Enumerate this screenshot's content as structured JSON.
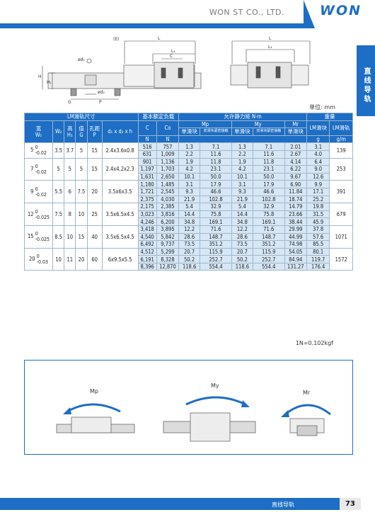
{
  "header": {
    "company": "WON ST CO., LTD.",
    "logo": "WON"
  },
  "side_tab": {
    "label": "直线导轨"
  },
  "drawing": {
    "labels": {
      "e": "(E)",
      "l": "L",
      "l1": "L₁",
      "c": "C",
      "d1": "ød₁",
      "d2": "ød₂",
      "h": "H",
      "h1": "H₁",
      "g": "G",
      "p": "P",
      "l2": "L",
      "l3": "L₁"
    }
  },
  "unit_label": "单位: mm",
  "table": {
    "head": {
      "lm_rail_dim": "LM滑轨尺寸",
      "load_rating": "基本额定负载",
      "static_moment": "允许静力矩 N·m",
      "weight": "重量",
      "width_w1": "宽",
      "w1": "W₁",
      "w2": "W₂",
      "height": "高",
      "h1": "H₁",
      "value": "值",
      "g": "G",
      "pitch": "孔距",
      "p": "P",
      "dxh": "d₁ x d₂ x h",
      "c": "C",
      "c_n": "N",
      "co": "Co",
      "co_n": "N",
      "mp": "Mp",
      "my": "My",
      "mr": "Mr",
      "single_block": "单滑块",
      "double_block": "双滑块紧密接触",
      "lm_block": "LM滑块",
      "lm_block_unit": "g",
      "lm_rail": "LM滑轨",
      "lm_rail_unit": "g/m"
    },
    "groups": [
      {
        "w1": "5",
        "tol_up": "0",
        "tol_low": "-0.02",
        "w2": "3.5",
        "h1": "3.7",
        "g": "5",
        "p": "15",
        "dxh": "2.4x3.6x0.8",
        "rail_weight": "139",
        "rows": [
          [
            "516",
            "757",
            "1.3",
            "7.1",
            "1.3",
            "7.1",
            "2.01",
            "3.1"
          ],
          [
            "631",
            "1,009",
            "2.2",
            "11.6",
            "2.2",
            "11.6",
            "2.67",
            "4.0"
          ]
        ]
      },
      {
        "w1": "7",
        "tol_up": "0",
        "tol_low": "-0.02",
        "w2": "5",
        "h1": "5",
        "g": "5",
        "p": "15",
        "dxh": "2.4x4.2x2.3",
        "rail_weight": "253",
        "rows": [
          [
            "901",
            "1,136",
            "1.9",
            "11.8",
            "1.9",
            "11.8",
            "4.14",
            "6.4"
          ],
          [
            "1,197",
            "1,703",
            "4.2",
            "23.1",
            "4.2",
            "23.1",
            "6.22",
            "9.0"
          ],
          [
            "1,631",
            "2,650",
            "10.1",
            "50.0",
            "10.1",
            "50.0",
            "9.67",
            "12.6"
          ]
        ]
      },
      {
        "w1": "9",
        "tol_up": "0",
        "tol_low": "-0.02",
        "w2": "5.5",
        "h1": "6",
        "g": "7.5",
        "p": "20",
        "dxh": "3.5x6x3.5",
        "rail_weight": "391",
        "rows": [
          [
            "1,180",
            "1,485",
            "3.1",
            "17.9",
            "3.1",
            "17.9",
            "6.90",
            "9.9"
          ],
          [
            "1,721",
            "2,545",
            "9.3",
            "46.6",
            "9.3",
            "46.6",
            "11.84",
            "17.1"
          ],
          [
            "2,375",
            "4,030",
            "21.9",
            "102.8",
            "21.9",
            "102.8",
            "18.74",
            "25.2"
          ]
        ]
      },
      {
        "w1": "12",
        "tol_up": "0",
        "tol_low": "-0.025",
        "w2": "7.5",
        "h1": "8",
        "g": "10",
        "p": "25",
        "dxh": "3.5x6.5x4.5",
        "rail_weight": "679",
        "rows": [
          [
            "2,175",
            "2,385",
            "5.4",
            "32.9",
            "5.4",
            "32.9",
            "14.79",
            "19.8"
          ],
          [
            "3,023",
            "3,816",
            "14.4",
            "75.8",
            "14.4",
            "75.8",
            "23.66",
            "31.5"
          ],
          [
            "4,246",
            "6,200",
            "34.8",
            "169.1",
            "34.8",
            "169.1",
            "38.44",
            "45.9"
          ]
        ]
      },
      {
        "w1": "15",
        "tol_up": "0",
        "tol_low": "-0.025",
        "w2": "8.5",
        "h1": "10",
        "g": "15",
        "p": "40",
        "dxh": "3.5x6.5x4.5",
        "rail_weight": "1071",
        "rows": [
          [
            "3,418",
            "3,895",
            "12.2",
            "71.6",
            "12.2",
            "71.6",
            "29.99",
            "37.8"
          ],
          [
            "4,540",
            "5,842",
            "28.6",
            "148.7",
            "28.6",
            "148.7",
            "44.99",
            "57.6"
          ],
          [
            "6,492",
            "9,737",
            "73.5",
            "351.2",
            "73.5",
            "351.2",
            "74.98",
            "85.5"
          ]
        ]
      },
      {
        "w1": "20",
        "tol_up": "0",
        "tol_low": "-0.03",
        "w2": "10",
        "h1": "11",
        "g": "20",
        "p": "60",
        "dxh": "6x9.5x5.5",
        "rail_weight": "1572",
        "rows": [
          [
            "4,512",
            "5,299",
            "20.7",
            "115.9",
            "20.7",
            "115.9",
            "54.05",
            "80.1"
          ],
          [
            "6,191",
            "8,328",
            "50.2",
            "252.7",
            "50.2",
            "252.7",
            "84.94",
            "119.7"
          ],
          [
            "8,396",
            "12,870",
            "118.6",
            "554.4",
            "118.6",
            "554.4",
            "131.27",
            "176.4"
          ]
        ]
      }
    ]
  },
  "note": "1N=0.102kgf",
  "moment_diagram": {
    "mp": "Mp",
    "my": "My",
    "mr": "Mr"
  },
  "footer": {
    "section": "直线导轨",
    "page": "73"
  },
  "colors": {
    "accent": "#1d6ec4",
    "cell_fill": "#d7e7f5"
  }
}
